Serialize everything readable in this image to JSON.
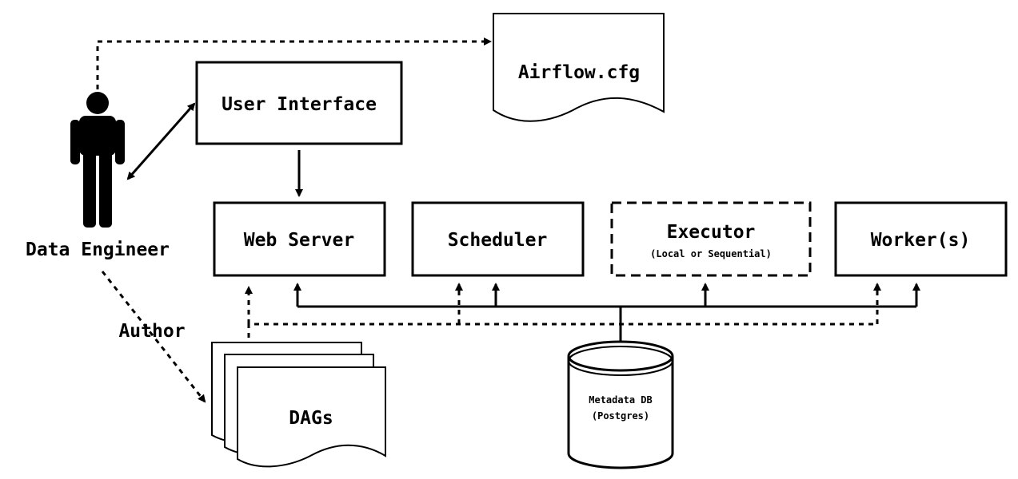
{
  "actors": {
    "data_engineer": {
      "label": "Data Engineer",
      "icon": "person-icon"
    }
  },
  "edge_labels": {
    "author": "Author"
  },
  "documents": {
    "config": {
      "label": "Airflow.cfg"
    },
    "dags": {
      "label": "DAGs"
    }
  },
  "components": {
    "user_interface": {
      "label": "User Interface"
    },
    "web_server": {
      "label": "Web Server"
    },
    "scheduler": {
      "label": "Scheduler"
    },
    "executor": {
      "label": "Executor",
      "sublabel": "(Local or Sequential)",
      "style": "dashed"
    },
    "workers": {
      "label": "Worker(s)"
    }
  },
  "database": {
    "line1": "Metadata DB",
    "line2": "(Postgres)",
    "icon": "database-cylinder-icon"
  },
  "colors": {
    "stroke": "#000000",
    "background": "#ffffff"
  }
}
